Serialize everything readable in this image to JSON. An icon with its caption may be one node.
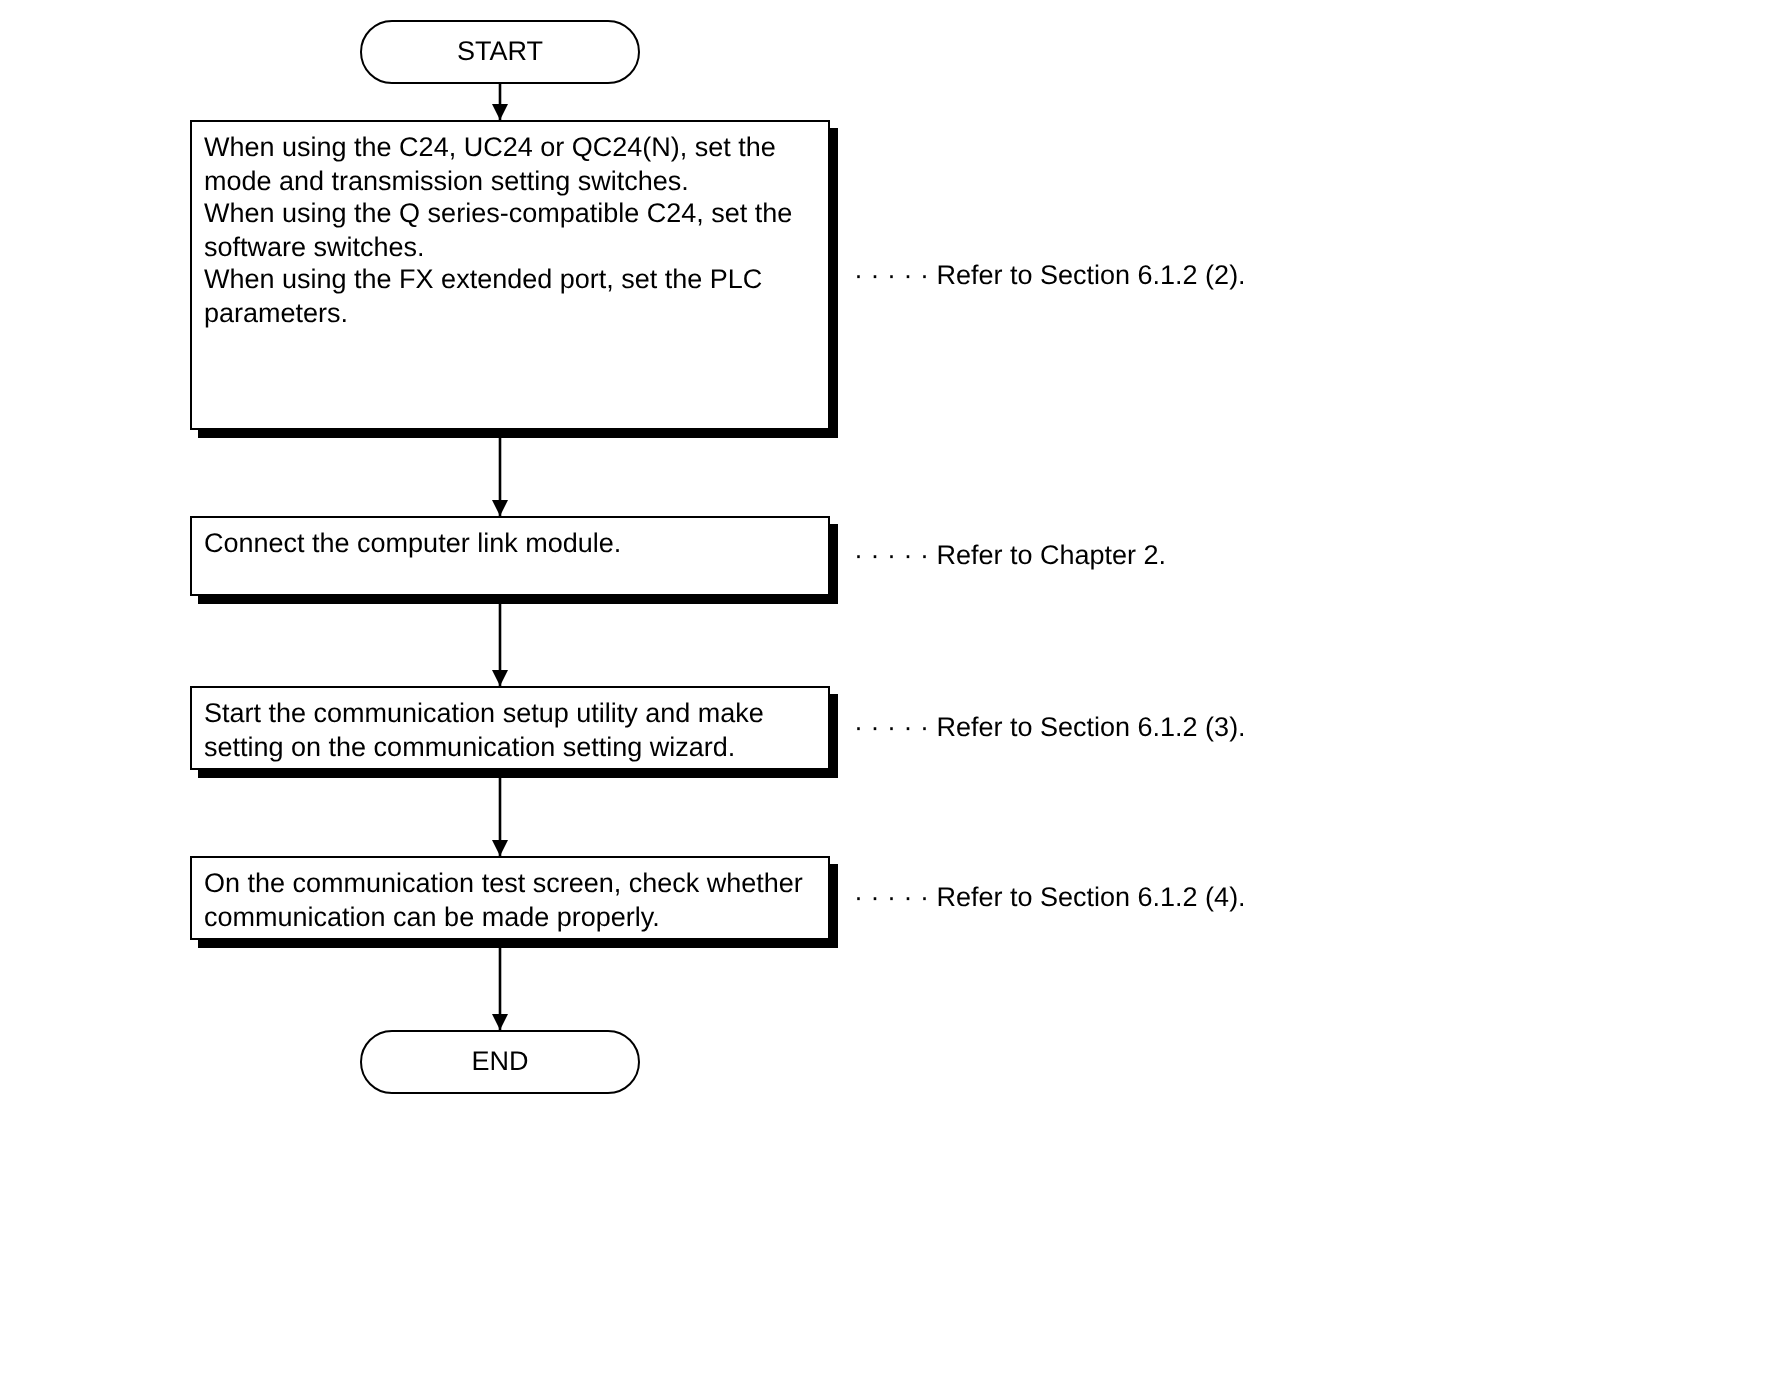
{
  "diagram": {
    "nodes": [
      {
        "text": [
          "START"
        ]
      },
      {
        "text": [
          "When using the C24, UC24 or QC24(N), set the mode and transmission setting switches.",
          "When using the Q series-compatible C24, set the software switches.",
          "When using the FX extended port, set the PLC parameters."
        ],
        "beside": [
          "· · · · · Refer to Section 6.1.2 (2)."
        ]
      },
      {
        "text": [
          "Connect the computer link module."
        ],
        "beside": [
          "· · · · · Refer to Chapter 2."
        ]
      },
      {
        "text": [
          "Start the communication setup utility and make setting on the communication setting wizard."
        ],
        "beside": [
          "· · · · · Refer to Section 6.1.2 (3)."
        ]
      },
      {
        "text": [
          "On the communication test screen, check whether communication can be made properly."
        ],
        "beside": [
          "· · · · · Refer to Section 6.1.2 (4)."
        ]
      },
      {
        "text": [
          "END"
        ]
      }
    ],
    "edges": [
      {
        "from": 0,
        "to": 1,
        "arrow": "to"
      },
      {
        "from": 1,
        "to": 2,
        "arrow": "to"
      },
      {
        "from": 2,
        "to": 3,
        "arrow": "to"
      },
      {
        "from": 3,
        "to": 4,
        "arrow": "to"
      },
      {
        "from": 4,
        "to": 5,
        "arrow": "to"
      }
    ]
  }
}
